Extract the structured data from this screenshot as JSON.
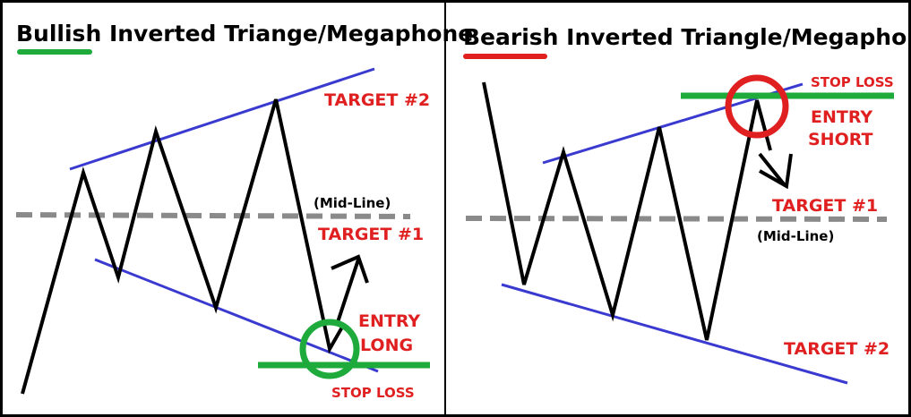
{
  "left_panel": {
    "title": "Bullish Inverted Triange/Megaphone",
    "title_underline_color": "#1faa3c",
    "target2": "TARGET #2",
    "midline": "(Mid-Line)",
    "target1": "TARGET #1",
    "entry_line1": "ENTRY",
    "entry_line2": "LONG",
    "stop_loss": "STOP LOSS"
  },
  "right_panel": {
    "title": "Bearish Inverted Triangle/Megaphone",
    "title_underline_color": "#e02020",
    "stop_loss": "STOP LOSS",
    "entry_line1": "ENTRY",
    "entry_line2": "SHORT",
    "target1": "TARGET #1",
    "midline": "(Mid-Line)",
    "target2": "TARGET #2"
  },
  "colors": {
    "price_line": "#000000",
    "trendline": "#3a3ad0",
    "midline": "#8a8a8a",
    "green": "#1faa3c",
    "red": "#e02020"
  }
}
